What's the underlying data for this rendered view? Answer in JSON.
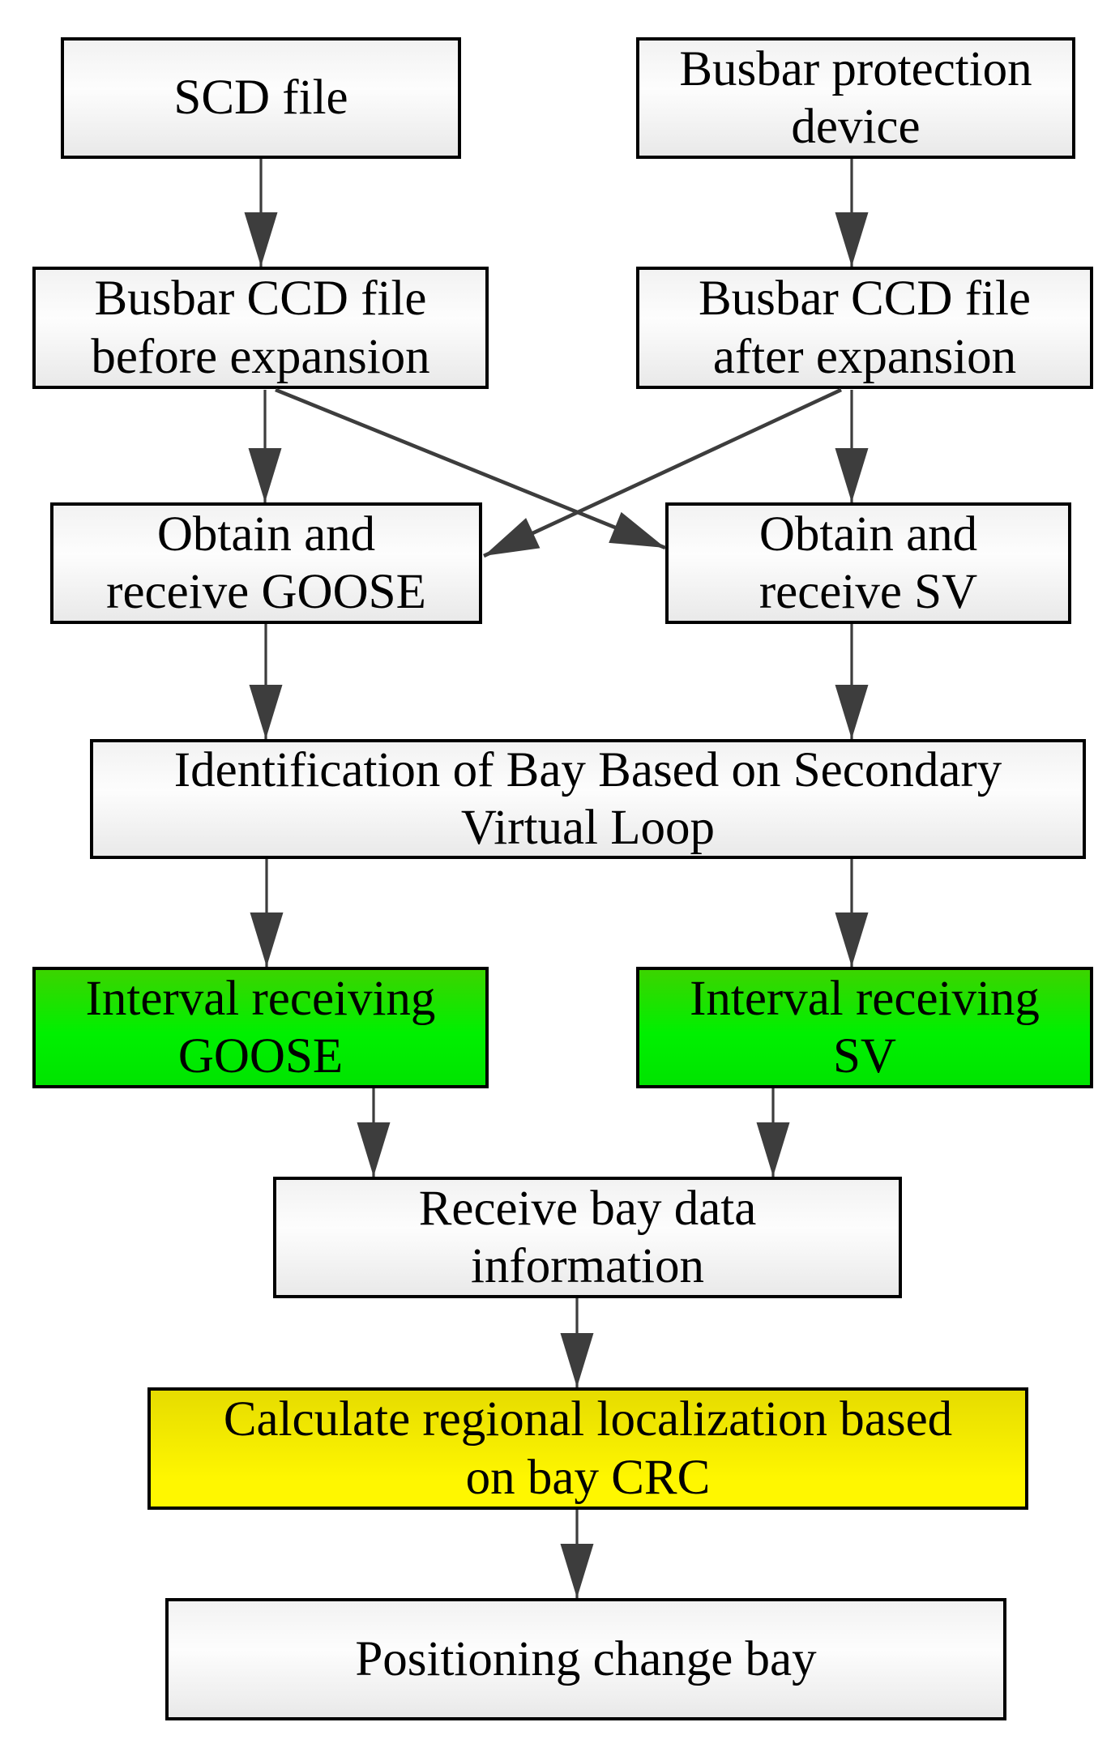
{
  "diagram": {
    "type": "flowchart",
    "background": "#ffffff",
    "colors": {
      "box_border": "#000000",
      "arrow": "#3d3d3d",
      "light_box_fill": "#f2f2f2",
      "green_box_fill": "#00f000",
      "yellow_box_fill": "#fff700",
      "text": "#000000"
    },
    "nodes": [
      {
        "id": "scd-file",
        "label": "SCD file",
        "variant": "light"
      },
      {
        "id": "busbar-protection-device",
        "label": "Busbar protection\ndevice",
        "variant": "light"
      },
      {
        "id": "ccd-before-expansion",
        "label": "Busbar CCD file\nbefore expansion",
        "variant": "light"
      },
      {
        "id": "ccd-after-expansion",
        "label": "Busbar CCD file\nafter expansion",
        "variant": "light"
      },
      {
        "id": "obtain-receive-goose",
        "label": "Obtain and\nreceive GOOSE",
        "variant": "light"
      },
      {
        "id": "obtain-receive-sv",
        "label": "Obtain and\nreceive SV",
        "variant": "light"
      },
      {
        "id": "bay-identification",
        "label": "Identification of Bay Based on Secondary\nVirtual Loop",
        "variant": "light"
      },
      {
        "id": "interval-receiving-goose",
        "label": "Interval receiving\nGOOSE",
        "variant": "green"
      },
      {
        "id": "interval-receiving-sv",
        "label": "Interval receiving\nSV",
        "variant": "green"
      },
      {
        "id": "receive-bay-data",
        "label": "Receive bay data\ninformation",
        "variant": "light"
      },
      {
        "id": "calculate-crc",
        "label": "Calculate regional localization based\non bay CRC",
        "variant": "yellow"
      },
      {
        "id": "positioning-change-bay",
        "label": "Positioning change bay",
        "variant": "light"
      }
    ],
    "edges": [
      {
        "from": "scd-file",
        "to": "ccd-before-expansion"
      },
      {
        "from": "busbar-protection-device",
        "to": "ccd-after-expansion"
      },
      {
        "from": "ccd-before-expansion",
        "to": "obtain-receive-goose"
      },
      {
        "from": "ccd-before-expansion",
        "to": "obtain-receive-sv"
      },
      {
        "from": "ccd-after-expansion",
        "to": "obtain-receive-sv"
      },
      {
        "from": "ccd-after-expansion",
        "to": "obtain-receive-goose"
      },
      {
        "from": "obtain-receive-goose",
        "to": "bay-identification"
      },
      {
        "from": "obtain-receive-sv",
        "to": "bay-identification"
      },
      {
        "from": "bay-identification",
        "to": "interval-receiving-goose"
      },
      {
        "from": "bay-identification",
        "to": "interval-receiving-sv"
      },
      {
        "from": "interval-receiving-goose",
        "to": "receive-bay-data"
      },
      {
        "from": "interval-receiving-sv",
        "to": "receive-bay-data"
      },
      {
        "from": "receive-bay-data",
        "to": "calculate-crc"
      },
      {
        "from": "calculate-crc",
        "to": "positioning-change-bay"
      }
    ]
  }
}
